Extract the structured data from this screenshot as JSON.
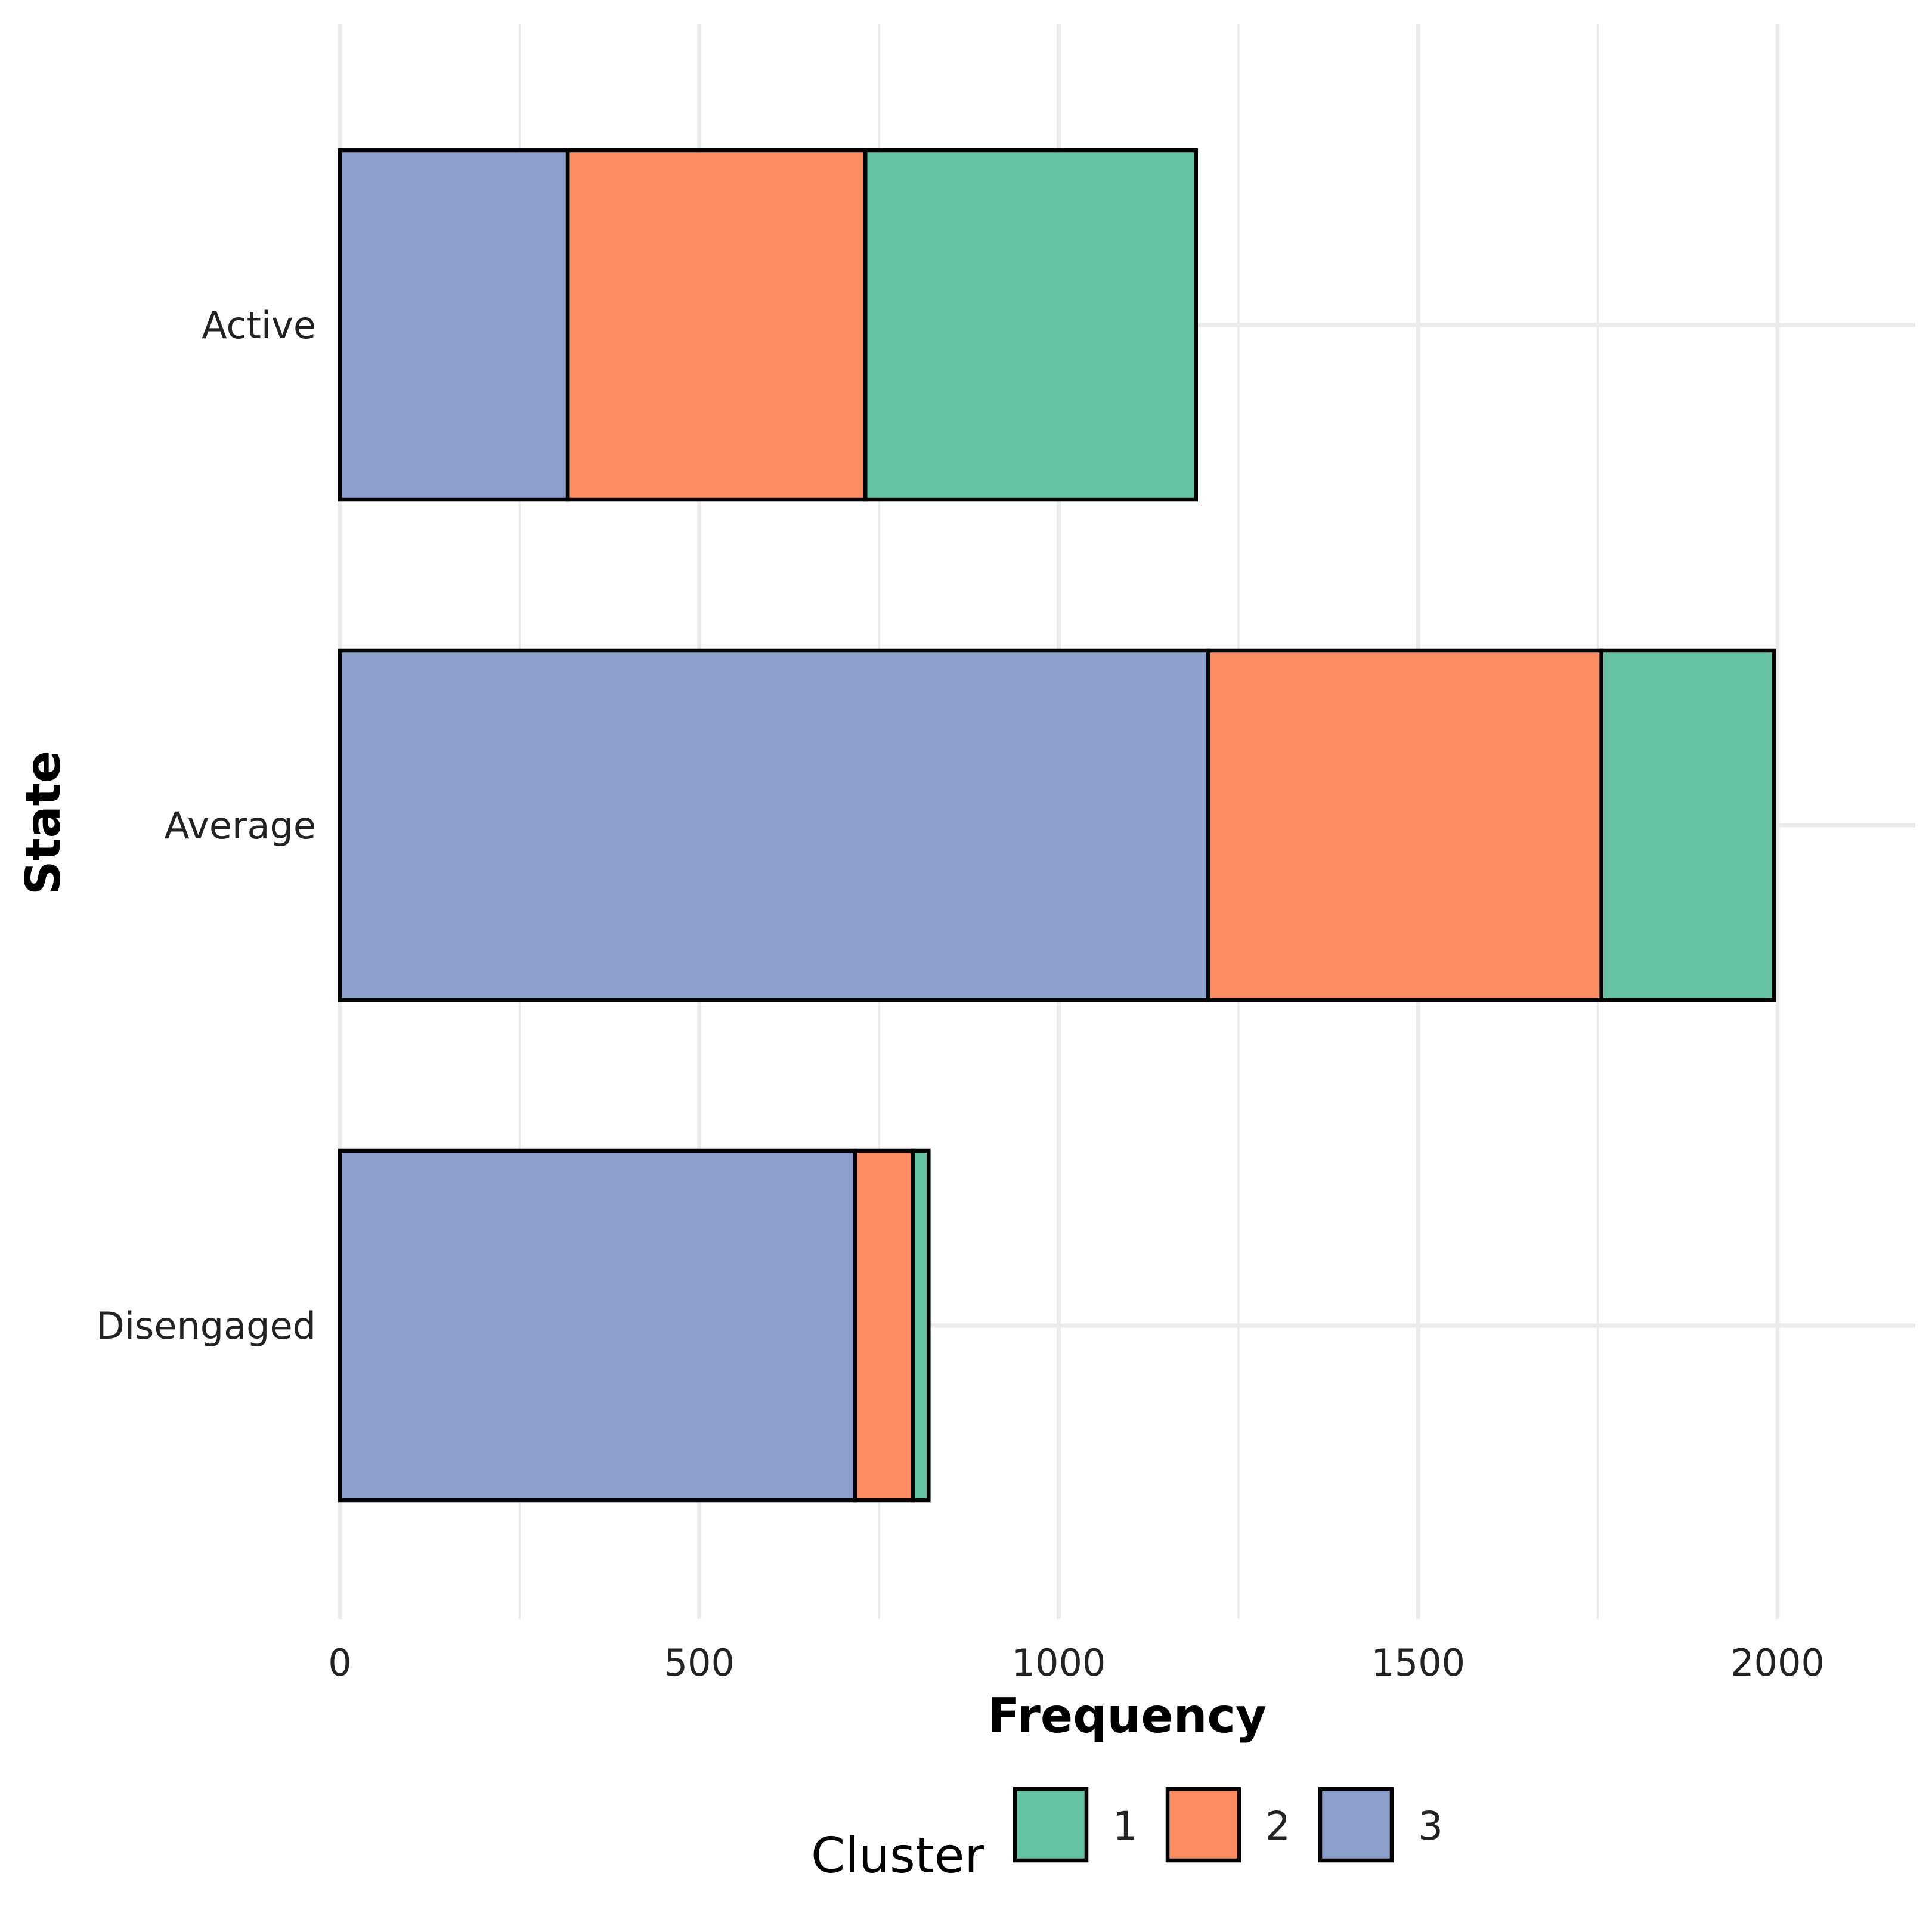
{
  "chart_data": {
    "type": "bar",
    "orientation": "horizontal",
    "stacked": true,
    "title": "",
    "xlabel": "Frequency",
    "ylabel": "State",
    "categories": [
      "Active",
      "Average",
      "Disengaged"
    ],
    "xlim": [
      0,
      2200
    ],
    "x_ticks": [
      0,
      500,
      1000,
      1500,
      2000
    ],
    "grid": true,
    "legend": {
      "title": "Cluster",
      "position": "bottom"
    },
    "series": [
      {
        "name": "3",
        "color": "#8da0cb",
        "values": [
          317,
          1208,
          717
        ]
      },
      {
        "name": "2",
        "color": "#fc8d62",
        "values": [
          414,
          547,
          80
        ]
      },
      {
        "name": "1",
        "color": "#66c2a5",
        "values": [
          460,
          240,
          22
        ]
      }
    ],
    "legend_order": [
      "1",
      "2",
      "3"
    ]
  }
}
